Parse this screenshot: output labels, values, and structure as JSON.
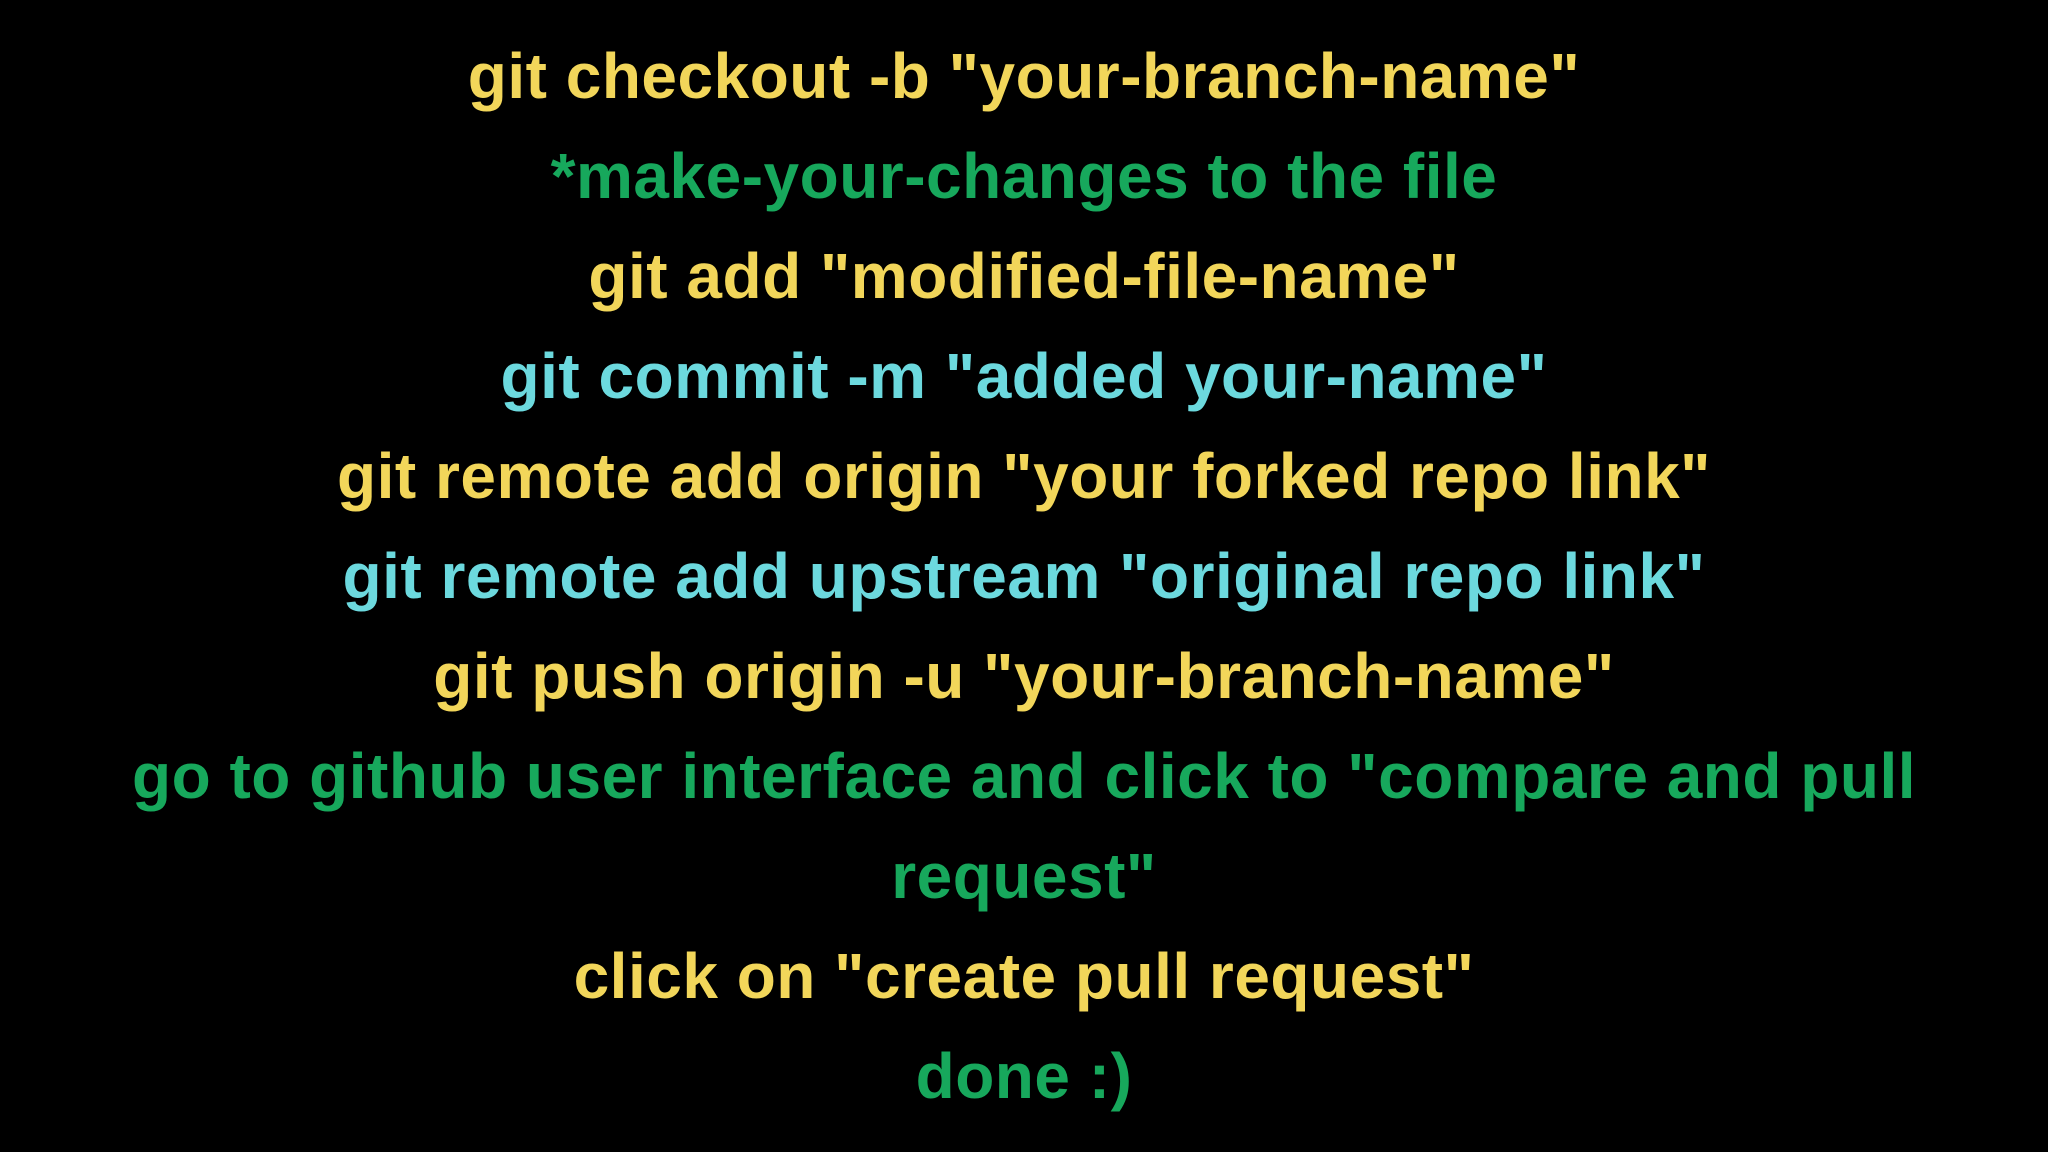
{
  "page": {
    "background": "#000000",
    "description": "git fork-and-pull-request workflow steps"
  },
  "colors": {
    "yellow": "#F2D65A",
    "green": "#17A85C",
    "cyan": "#6CD9DE"
  },
  "lines": [
    {
      "text": "git checkout -b \"your-branch-name\"",
      "color": "yellow"
    },
    {
      "text": "*make-your-changes to the file",
      "color": "green"
    },
    {
      "text": "git add \"modified-file-name\"",
      "color": "yellow"
    },
    {
      "text": "git commit -m \"added your-name\"",
      "color": "cyan"
    },
    {
      "text": "git remote add origin \"your forked repo link\"",
      "color": "yellow"
    },
    {
      "text": "git remote add upstream \"original repo link\"",
      "color": "cyan"
    },
    {
      "text": "git push origin -u \"your-branch-name\"",
      "color": "yellow"
    },
    {
      "text": "go to github user interface and click to \"compare and pull request\"",
      "color": "green"
    },
    {
      "text": "click on \"create pull request\"",
      "color": "yellow"
    },
    {
      "text": "done :)",
      "color": "green"
    }
  ]
}
